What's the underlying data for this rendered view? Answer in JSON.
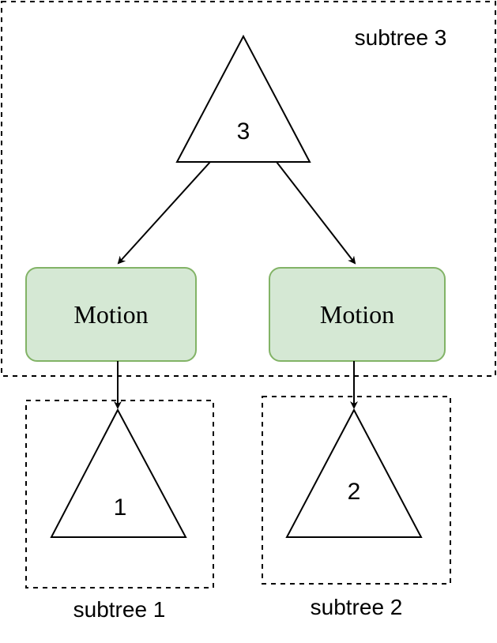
{
  "diagram": {
    "subtrees": [
      {
        "id": "subtree3",
        "label": "subtree 3"
      },
      {
        "id": "subtree1",
        "label": "subtree 1"
      },
      {
        "id": "subtree2",
        "label": "subtree 2"
      }
    ],
    "nodes": {
      "tree3": {
        "label": "3"
      },
      "tree1": {
        "label": "1"
      },
      "tree2": {
        "label": "2"
      },
      "motion_left": {
        "label": "Motion"
      },
      "motion_right": {
        "label": "Motion"
      }
    },
    "colors": {
      "motion_fill": "#d5e8d4",
      "motion_stroke": "#82b366",
      "line": "#000000"
    }
  }
}
